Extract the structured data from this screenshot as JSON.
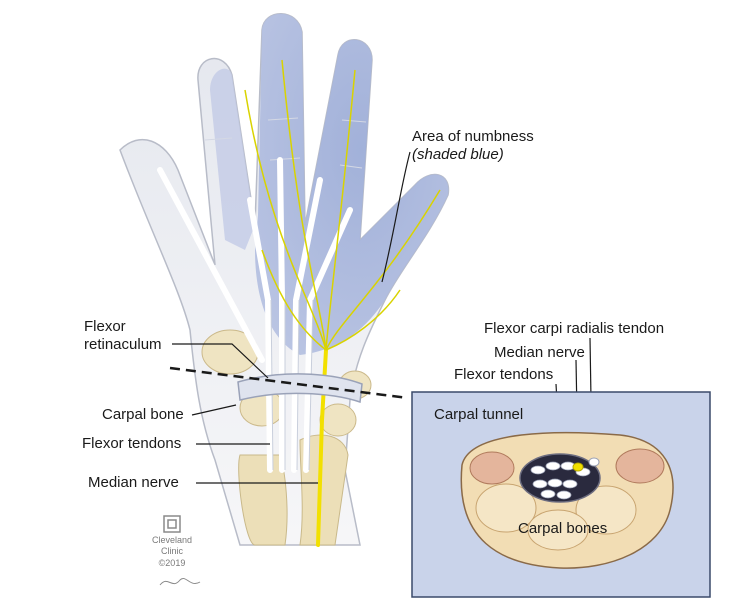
{
  "labels": {
    "area_numbness": "Area of numbness",
    "area_numbness_sub": "(shaded blue)",
    "flexor_retinaculum_1": "Flexor",
    "flexor_retinaculum_2": "retinaculum",
    "carpal_bone": "Carpal bone",
    "flexor_tendons_left": "Flexor tendons",
    "median_nerve_left": "Median nerve",
    "flexor_carpi_radialis": "Flexor carpi radialis tendon",
    "median_nerve_inset": "Median nerve",
    "flexor_tendons_inset": "Flexor tendons",
    "carpal_tunnel": "Carpal tunnel",
    "carpal_bones": "Carpal bones"
  },
  "logo": {
    "line1": "Cleveland",
    "line2": "Clinic",
    "line3": "©2019"
  },
  "colors": {
    "numbness_blue": "#a9b6dc",
    "skin": "#eef0f4",
    "bone": "#e8dcb4",
    "nerve": "#f2e000",
    "tendon": "#ffffff",
    "inset_bg": "#c9d3ea",
    "inset_border": "#3a4a6a"
  }
}
